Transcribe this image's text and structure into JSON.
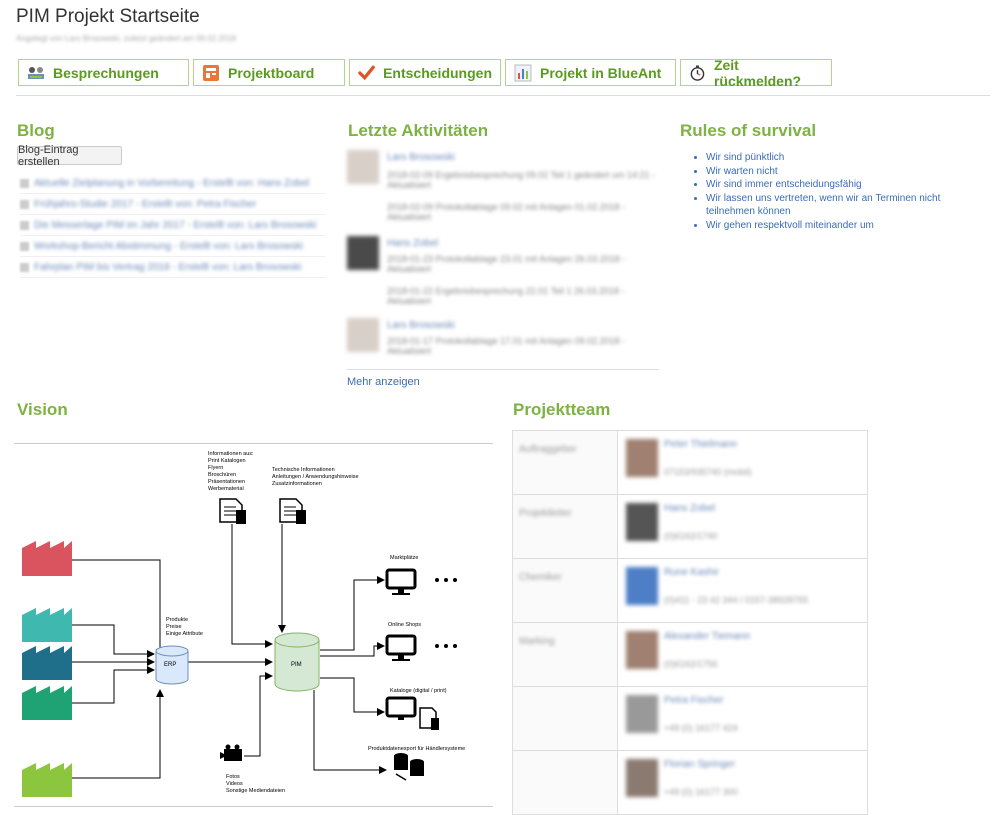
{
  "header": {
    "title": "PIM Projekt Startseite",
    "meta": "Angelegt von Lars Brosowski, zuletzt geändert am 09.02.2018"
  },
  "nav": [
    {
      "label": "Besprechungen",
      "icon": "meeting-icon"
    },
    {
      "label": "Projektboard",
      "icon": "board-icon"
    },
    {
      "label": "Entscheidungen",
      "icon": "checkmark-icon"
    },
    {
      "label": "Projekt in BlueAnt",
      "icon": "chart-icon"
    },
    {
      "label": "Zeit rückmelden?",
      "icon": "stopwatch-icon"
    }
  ],
  "blog": {
    "title": "Blog",
    "create_label": "Blog-Eintrag erstellen",
    "entries": [
      "Aktuelle Zielplanung in Vorbereitung - Erstellt von: Hans Zobel",
      "Frühjahrs-Studie 2017 - Erstellt von: Petra Fischer",
      "Die Messerlage PIM im Jahr 2017 - Erstellt von: Lars Brosowski",
      "Workshop-Bericht Abstimmung - Erstellt von: Lars Brosowski",
      "Fahrplan PIM bis Vertrag 2018 - Erstellt von: Lars Brosowski"
    ]
  },
  "activities": {
    "title": "Letzte Aktivitäten",
    "more_label": "Mehr anzeigen",
    "groups": [
      {
        "user": "Lars Brosowski",
        "items": [
          "2018-02-09 Ergebnisbesprechung 09.02 Teil 1 geändert um 14:21 - Aktualisiert",
          "2018-02-09 Protokollablage 09.02 mit Anlagen 01.02.2018 - Aktualisiert"
        ]
      },
      {
        "user": "Hans Zobel",
        "items": [
          "2018-01-23 Protokollablage 23.01 mit Anlagen 26.03.2018 - Aktualisiert",
          "2018-01-22 Ergebnisbesprechung 22.01 Teil 1 26.03.2018 - Aktualisiert"
        ]
      },
      {
        "user": "Lars Brosowski",
        "items": [
          "2018-01-17 Protokollablage 17.01 mit Anlagen 09.02.2018 - Aktualisiert"
        ]
      }
    ]
  },
  "rules": {
    "title": "Rules of survival",
    "items": [
      "Wir sind pünktlich",
      "Wir warten nicht",
      "Wir sind immer entscheidungsfähig",
      "Wir lassen uns vertreten, wenn wir an Terminen nicht teilnehmen können",
      "Wir gehen respektvoll miteinander um"
    ]
  },
  "vision": {
    "title": "Vision",
    "info_header": "Informationen aus:",
    "info_items": [
      "Print Katalogen",
      "Flyern",
      "Broschüren",
      "Präsentationen",
      "Werbematerial"
    ],
    "tech_items": [
      "Technische Informationen",
      "Anleitungen / Anwendungshinweise",
      "Zusatzinformationen"
    ],
    "erp_attrs": [
      "Produkte",
      "Preise",
      "Einige Attribute"
    ],
    "erp_label": "ERP",
    "pim_label": "PIM",
    "outputs": [
      "Marktplätze",
      "Online Shops",
      "Kataloge (digital / print)",
      "Produktdatenexport für Händlersysteme"
    ],
    "media_items": [
      "Fotos",
      "Videos",
      "Sonstige Mediendateien"
    ],
    "colors": {
      "red": "#d9545f",
      "teal": "#3fb8af",
      "blue": "#1f6f8b",
      "green": "#1fa374",
      "lime": "#8cc63f",
      "erp": "#dae8fc",
      "pim": "#d5e8d4"
    }
  },
  "team": {
    "title": "Projektteam",
    "rows": [
      {
        "role": "Auftraggeber",
        "name": "Peter Thielmann",
        "phone": "07153/935740 (mobil)"
      },
      {
        "role": "Projektleiter",
        "name": "Hans Zobel",
        "phone": "(0)6162/1740"
      },
      {
        "role": "Chemiker",
        "name": "Rune Kashir",
        "phone": "(0)411 - 23 42 344 / 0157-38928755"
      },
      {
        "role": "Marking",
        "name": "Alexander Tiemann",
        "phone": "(0)6162/1756"
      },
      {
        "role": "",
        "name": "Petra Fischer",
        "phone": "+49 (0) 16177 424"
      },
      {
        "role": "",
        "name": "Florian Springer",
        "phone": "+49 (0) 16177 300"
      }
    ]
  }
}
